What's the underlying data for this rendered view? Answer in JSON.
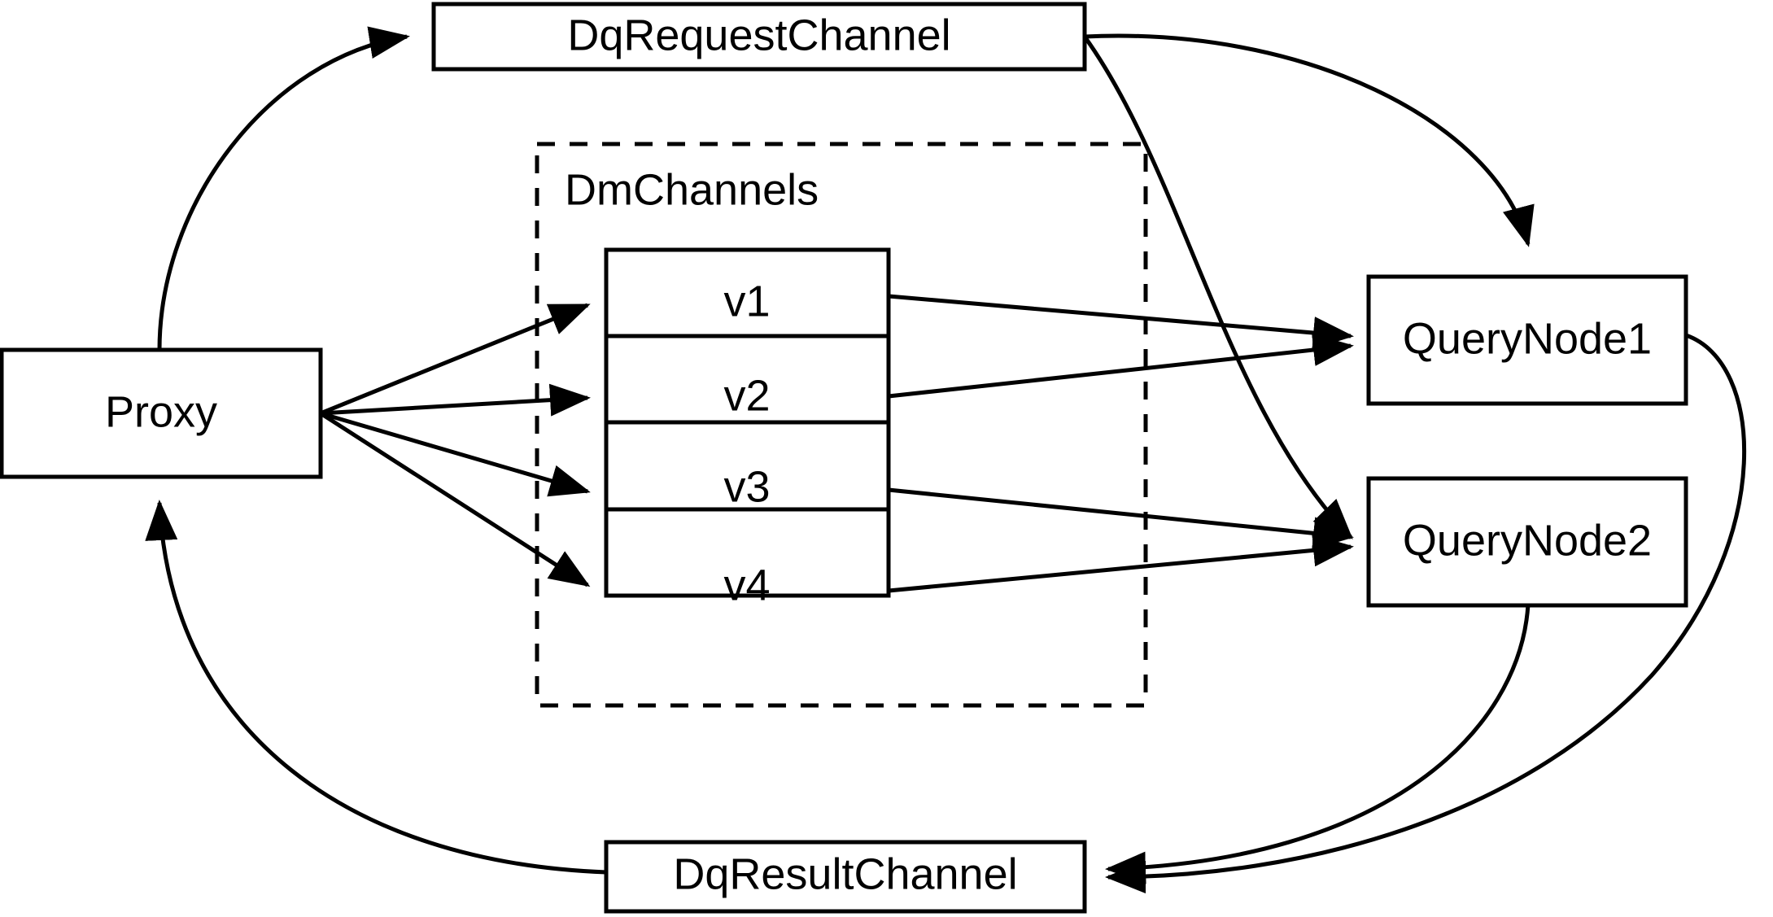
{
  "diagram": {
    "title": "Milvus distributed query channel dataflow",
    "background_color": "#ffffff",
    "stroke_color": "#000000",
    "nodes": {
      "proxy": {
        "label": "Proxy"
      },
      "dq_request_channel": {
        "label": "DqRequestChannel"
      },
      "dq_result_channel": {
        "label": "DqResultChannel"
      },
      "query_node_1": {
        "label": "QueryNode1"
      },
      "query_node_2": {
        "label": "QueryNode2"
      }
    },
    "group": {
      "label": "DmChannels",
      "style": "dashed",
      "channels": [
        {
          "label": "v1"
        },
        {
          "label": "v2"
        },
        {
          "label": "v3"
        },
        {
          "label": "v4"
        }
      ]
    },
    "edges": [
      {
        "from": "Proxy",
        "to": "DqRequestChannel",
        "arrow": "end"
      },
      {
        "from": "Proxy",
        "to": "v1",
        "arrow": "end"
      },
      {
        "from": "Proxy",
        "to": "v2",
        "arrow": "end"
      },
      {
        "from": "Proxy",
        "to": "v3",
        "arrow": "end"
      },
      {
        "from": "Proxy",
        "to": "v4",
        "arrow": "end"
      },
      {
        "from": "DqRequestChannel",
        "to": "QueryNode1",
        "arrow": "end"
      },
      {
        "from": "DqRequestChannel",
        "to": "QueryNode2",
        "arrow": "end"
      },
      {
        "from": "v1",
        "to": "QueryNode1",
        "arrow": "end"
      },
      {
        "from": "v2",
        "to": "QueryNode1",
        "arrow": "end"
      },
      {
        "from": "v3",
        "to": "QueryNode2",
        "arrow": "end"
      },
      {
        "from": "v4",
        "to": "QueryNode2",
        "arrow": "end"
      },
      {
        "from": "QueryNode1",
        "to": "DqResultChannel",
        "arrow": "end"
      },
      {
        "from": "QueryNode2",
        "to": "DqResultChannel",
        "arrow": "end"
      },
      {
        "from": "DqResultChannel",
        "to": "Proxy",
        "arrow": "end"
      }
    ]
  }
}
